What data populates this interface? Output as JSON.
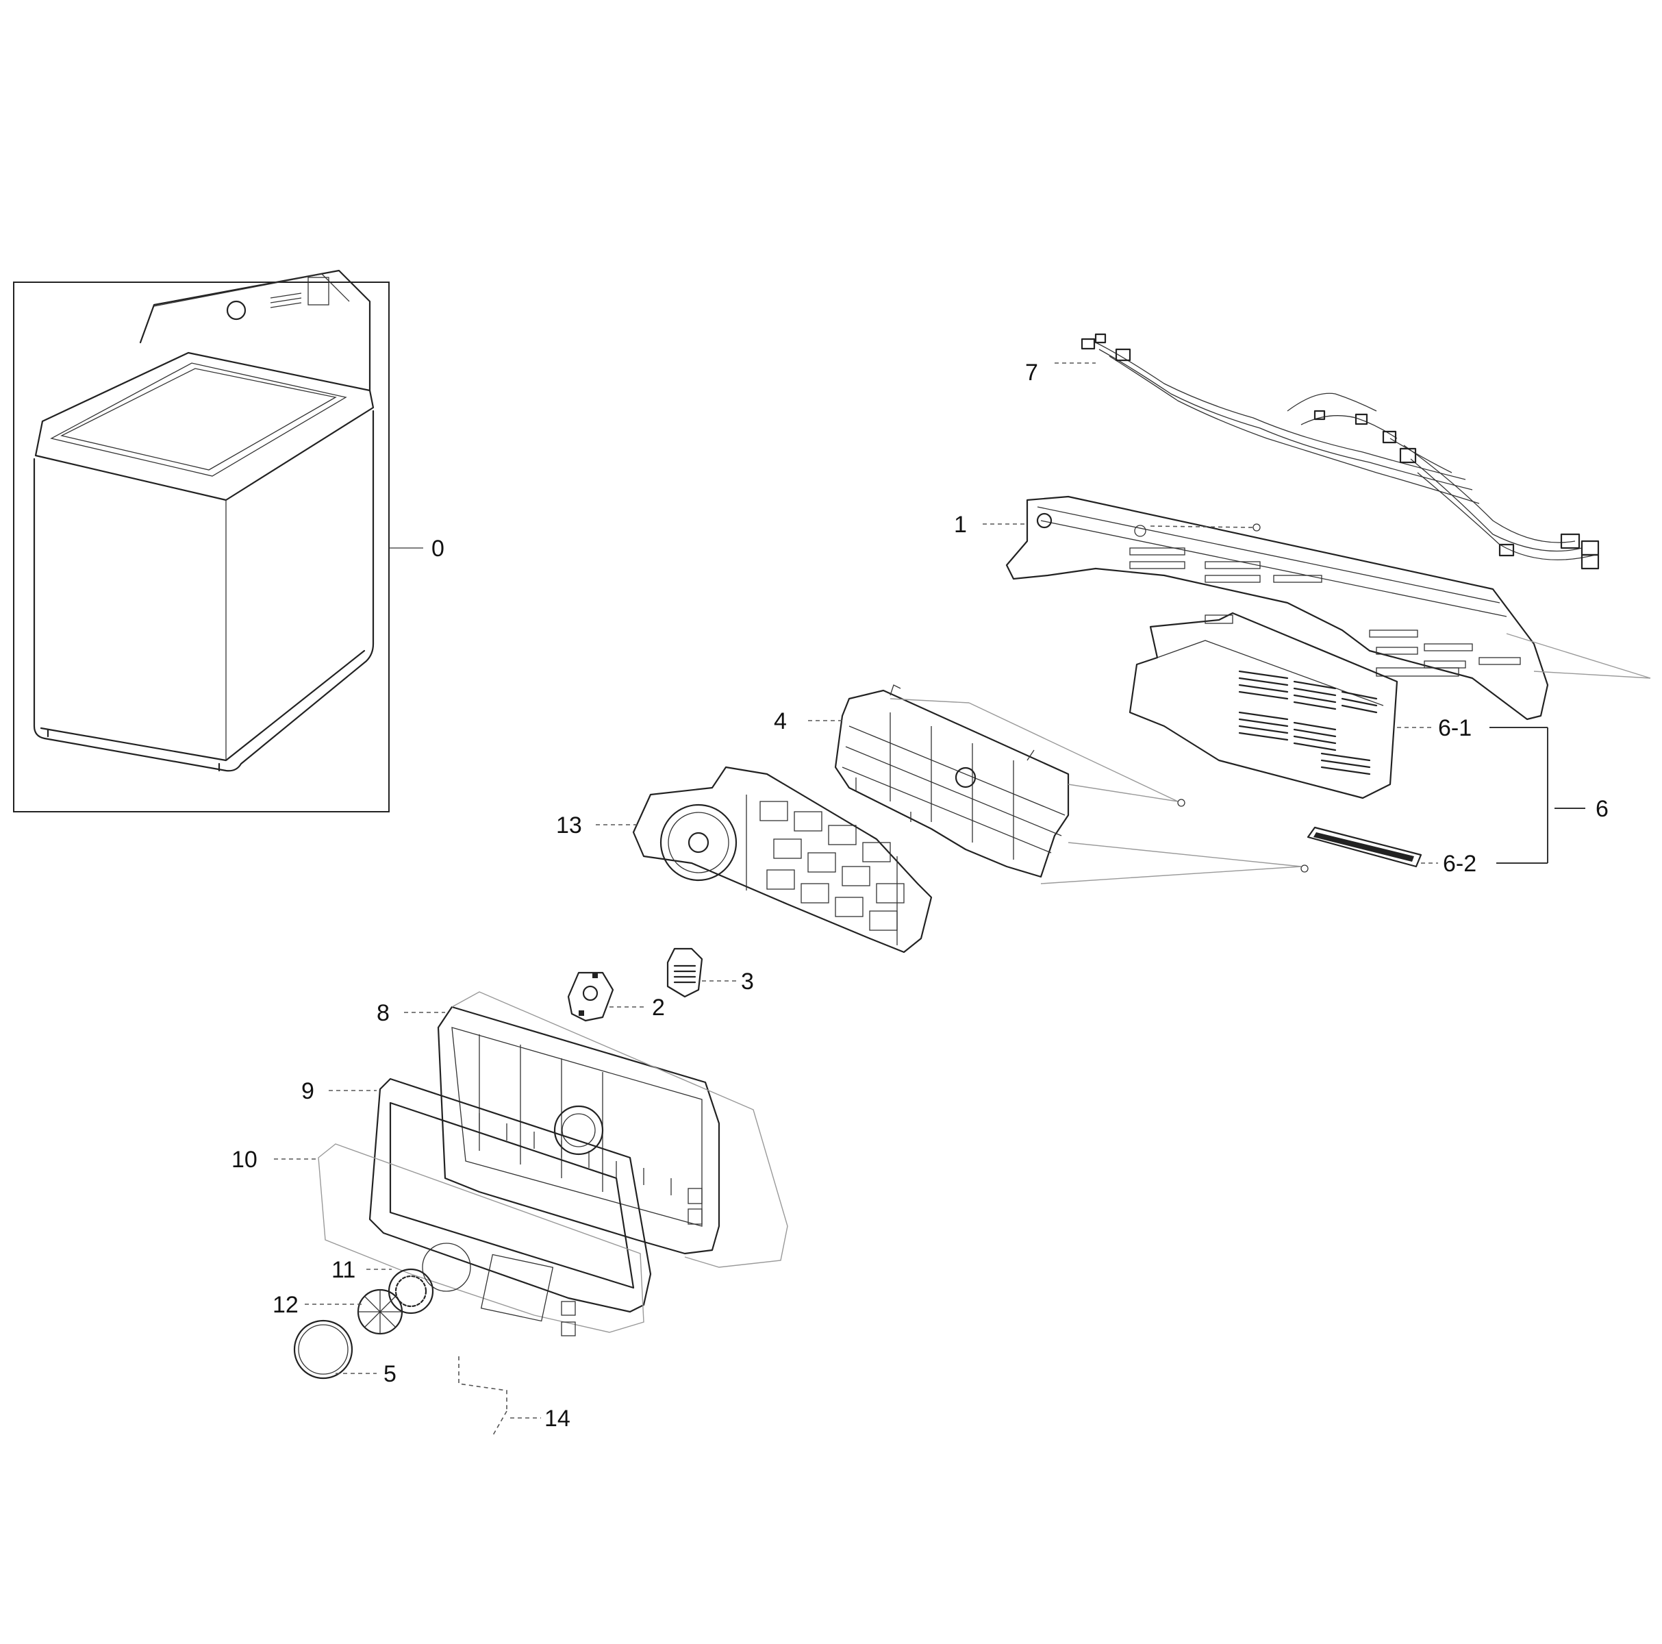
{
  "callouts": {
    "c0": "0",
    "c1": "1",
    "c2": "2",
    "c3": "3",
    "c4": "4",
    "c5": "5",
    "c6": "6",
    "c6_1": "6-1",
    "c6_2": "6-2",
    "c7": "7",
    "c8": "8",
    "c9": "9",
    "c10": "10",
    "c11": "11",
    "c12": "12",
    "c13": "13",
    "c14": "14"
  },
  "colors": {
    "line": "#222222",
    "background": "#ffffff"
  }
}
